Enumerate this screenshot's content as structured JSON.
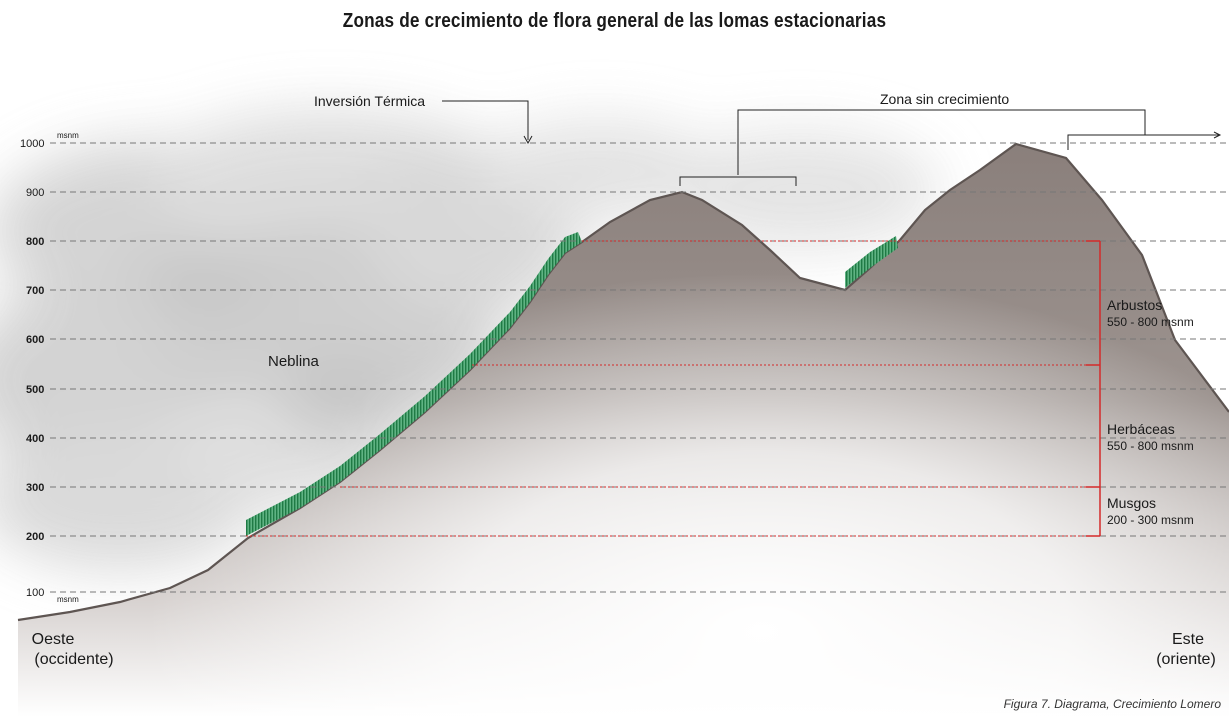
{
  "title": "Zonas de crecimiento de flora general de las lomas estacionarias",
  "axis": {
    "unit": "msnm",
    "ticks": [
      "1000",
      "900",
      "800",
      "700",
      "600",
      "500",
      "400",
      "300",
      "200",
      "100"
    ]
  },
  "annotations": {
    "inversion": "Inversión Térmica",
    "no_growth": "Zona sin crecimiento",
    "fog": "Neblina"
  },
  "zones": [
    {
      "name": "Arbustos",
      "range": "550 - 800 msnm"
    },
    {
      "name": "Herbáceas",
      "range": "550 - 800 msnm"
    },
    {
      "name": "Musgos",
      "range": "200 - 300 msnm"
    }
  ],
  "directions": {
    "west": "Oeste",
    "west_sub": "(occidente)",
    "east": "Este",
    "east_sub": "(oriente)"
  },
  "caption": "Figura 7.  Diagrama, Crecimiento Lomero",
  "colors": {
    "mountain": "#8f8581",
    "vegetation": "#2f8a57",
    "zone_lines": "#d42a2a",
    "grid": "#777777"
  }
}
